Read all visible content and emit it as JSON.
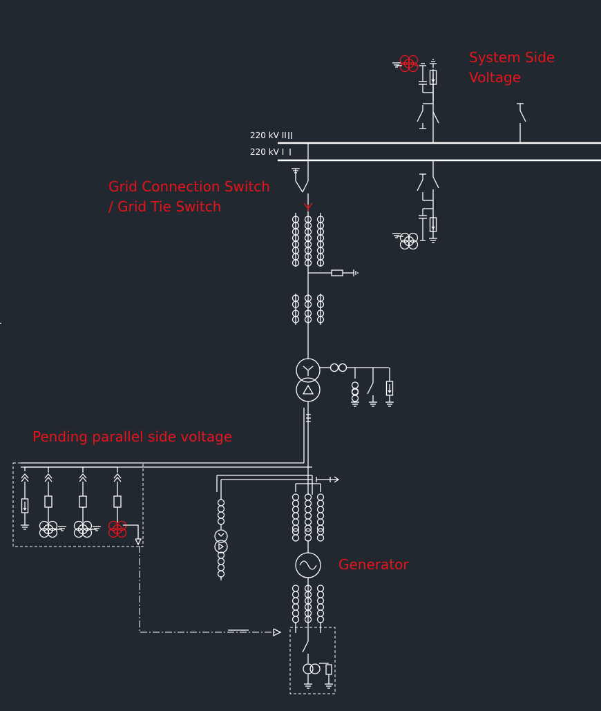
{
  "colors": {
    "background": "#212830",
    "lines": "#ffffff",
    "annotation": "#e8141b"
  },
  "labels": {
    "system_side_line1": "System Side",
    "system_side_line2": "Voltage",
    "grid_switch_line1": "Grid Connection Switch",
    "grid_switch_line2": "/ Grid Tie Switch",
    "pending_parallel": "Pending parallel side voltage",
    "generator": "Generator"
  },
  "busbars": {
    "bus2": "220 kV II",
    "bus1": "220 kV I"
  }
}
